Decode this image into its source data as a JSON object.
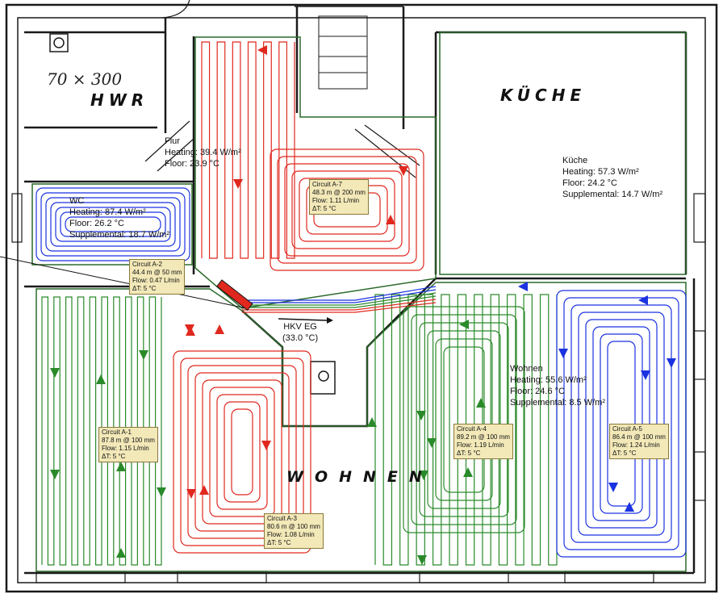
{
  "colors": {
    "red": "#e0281e",
    "green": "#2a8a2a",
    "blue": "#1a32e0",
    "wall": "#1a1a1a",
    "zone": "#2a6a2a",
    "card": "#f2e8b8"
  },
  "plan_labels": {
    "hwr": "HWR",
    "hwr_note": "70 × 300",
    "kueche": "KÜCHE",
    "wohnen": "WOHNEN"
  },
  "rooms": {
    "flur": {
      "name": "Flur",
      "heating": "Heating: 39.4 W/m²",
      "floor": "Floor: 23.9 °C"
    },
    "kueche": {
      "name": "Küche",
      "heating": "Heating: 57.3 W/m²",
      "floor": "Floor: 24.2 °C",
      "supplemental": "Supplemental: 14.7 W/m²"
    },
    "wc": {
      "name": "WC",
      "heating": "Heating: 87.4 W/m²",
      "floor": "Floor: 26.2 °C",
      "supplemental": "Supplemental: 18.7 W/m²"
    },
    "wohnen": {
      "name": "Wohnen",
      "heating": "Heating: 55.6 W/m²",
      "floor": "Floor: 24.6 °C",
      "supplemental": "Supplemental: 8.5 W/m²"
    }
  },
  "manifold": {
    "name": "HKV EG",
    "temp": "(33.0 °C)"
  },
  "circuits": [
    {
      "id": "Circuit A-1",
      "spec": "87.8 m @ 100 mm",
      "flow": "Flow: 1.15 L/min",
      "dt": "ΔT: 5 °C"
    },
    {
      "id": "Circuit A-2",
      "spec": "44.4 m @ 50 mm",
      "flow": "Flow: 0.47 L/min",
      "dt": "ΔT: 5 °C"
    },
    {
      "id": "Circuit A-3",
      "spec": "80.6 m @ 100 mm",
      "flow": "Flow: 1.08 L/min",
      "dt": "ΔT: 5 °C"
    },
    {
      "id": "Circuit A-4",
      "spec": "89.2 m @ 100 mm",
      "flow": "Flow: 1.19 L/min",
      "dt": "ΔT: 5 °C"
    },
    {
      "id": "Circuit A-5",
      "spec": "86.4 m @ 100 mm",
      "flow": "Flow: 1.24 L/min",
      "dt": "ΔT: 5 °C"
    },
    {
      "id": "Circuit A-7",
      "spec": "48.3 m @ 200 mm",
      "flow": "Flow: 1.11 L/min",
      "dt": "ΔT: 5 °C"
    }
  ]
}
